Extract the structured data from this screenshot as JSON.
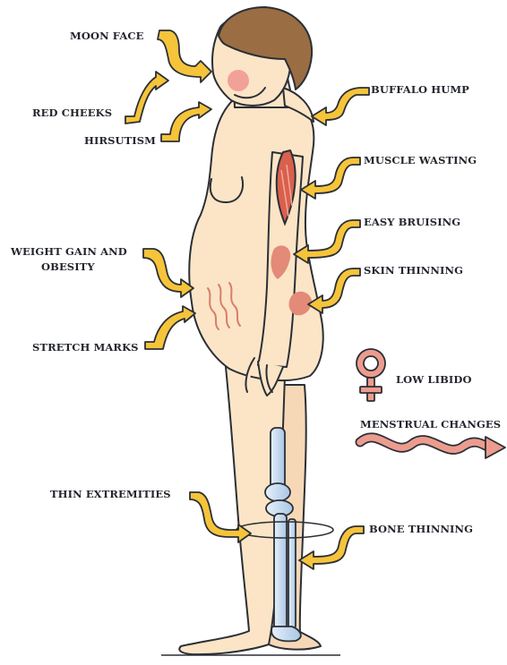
{
  "labels": {
    "moon_face": "MOON FACE",
    "red_cheeks": "RED CHEEKS",
    "hirsutism": "HIRSUTISM",
    "weight_gain_line1": "WEIGHT GAIN AND",
    "weight_gain_line2": "OBESITY",
    "stretch_marks": "STRETCH MARKS",
    "thin_extremities": "THIN EXTREMITIES",
    "buffalo_hump": "BUFFALO HUMP",
    "muscle_wasting": "MUSCLE WASTING",
    "easy_bruising": "EASY BRUISING",
    "skin_thinning": "SKIN THINNING",
    "low_libido": "LOW LIBIDO",
    "menstrual_changes": "MENSTRUAL CHANGES",
    "bone_thinning": "BONE THINNING"
  },
  "colors": {
    "arrow_fill": "#f6c43a",
    "outline": "#2b2f36",
    "skin": "#fbe5c6",
    "skin_shadow": "#f3c9a4",
    "hair": "#9a6d43",
    "bruise": "#e48a78",
    "stretch_mark": "#d97d6b",
    "female_symbol": "#ec9c8e",
    "bone": "#cfe1f3",
    "bone_shade": "#a9c6e4",
    "muscle": "#d9604d",
    "cheek": "#f2a199"
  },
  "icons": {
    "female_symbol": "venus-icon",
    "wave_arrow": "wave-arrow-icon"
  }
}
